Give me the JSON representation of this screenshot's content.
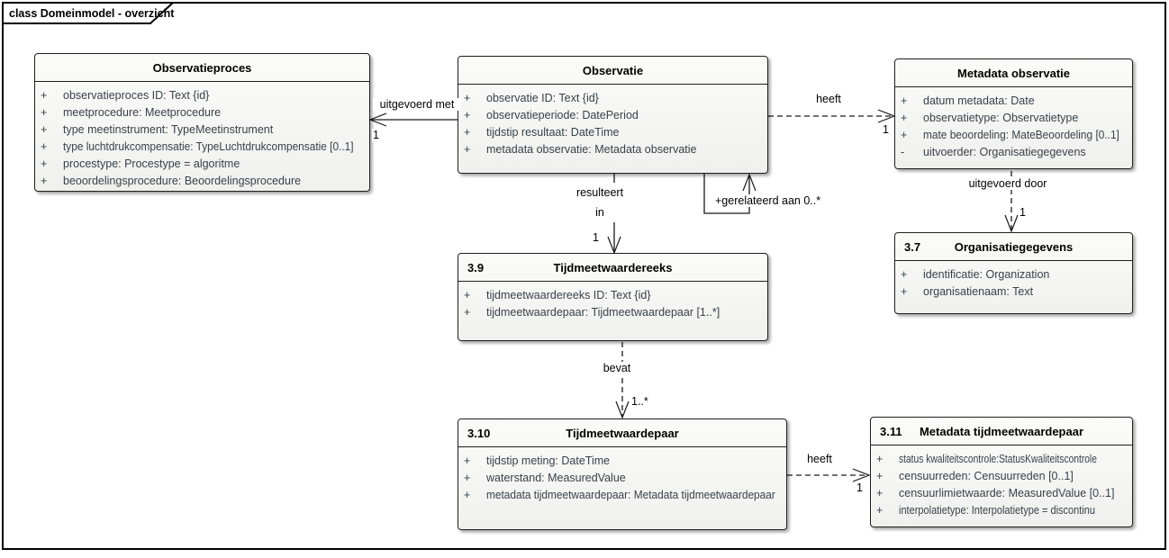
{
  "frame": {
    "title": "class Domeinmodel - overzicht"
  },
  "colors": {
    "box_fill": "#f2f2f0",
    "box_border": "#1f1f1f",
    "attribute_text": "#37424a",
    "title_text": "#000000",
    "line": "#1a1a1a",
    "background": "#ffffff"
  },
  "classes": [
    {
      "number": "",
      "title": "Observatieproces",
      "attributes": [
        {
          "vis": "+",
          "text": "observatieproces ID: Text {id}"
        },
        {
          "vis": "+",
          "text": "meetprocedure: Meetprocedure"
        },
        {
          "vis": "+",
          "text": "type meetinstrument: TypeMeetinstrument"
        },
        {
          "vis": "+",
          "text": "type luchtdrukcompensatie: TypeLuchtdrukcompensatie [0..1]"
        },
        {
          "vis": "+",
          "text": "procestype: Procestype = algoritme"
        },
        {
          "vis": "+",
          "text": "beoordelingsprocedure: Beoordelingsprocedure"
        }
      ]
    },
    {
      "number": "",
      "title": "Observatie",
      "attributes": [
        {
          "vis": "+",
          "text": "observatie ID: Text {id}"
        },
        {
          "vis": "+",
          "text": "observatieperiode: DatePeriod"
        },
        {
          "vis": "+",
          "text": "tijdstip resultaat: DateTime"
        },
        {
          "vis": "+",
          "text": "metadata observatie: Metadata observatie"
        }
      ]
    },
    {
      "number": "",
      "title": "Metadata observatie",
      "attributes": [
        {
          "vis": "+",
          "text": "datum metadata: Date"
        },
        {
          "vis": "+",
          "text": "observatietype: Observatietype"
        },
        {
          "vis": "+",
          "text": "mate beoordeling: MateBeoordeling [0..1]"
        },
        {
          "vis": "-",
          "text": "uitvoerder: Organisatiegegevens"
        }
      ]
    },
    {
      "number": "3.7",
      "title": "Organisatiegegevens",
      "attributes": [
        {
          "vis": "+",
          "text": "identificatie: Organization"
        },
        {
          "vis": "+",
          "text": "organisatienaam: Text"
        }
      ]
    },
    {
      "number": "3.9",
      "title": "Tijdmeetwaardereeks",
      "attributes": [
        {
          "vis": "+",
          "text": "tijdmeetwaardereeks ID: Text {id}"
        },
        {
          "vis": "+",
          "text": "tijdmeetwaardepaar: Tijdmeetwaardepaar [1..*]"
        }
      ]
    },
    {
      "number": "3.10",
      "title": "Tijdmeetwaardepaar",
      "attributes": [
        {
          "vis": "+",
          "text": "tijdstip meting: DateTime"
        },
        {
          "vis": "+",
          "text": "waterstand: MeasuredValue"
        },
        {
          "vis": "+",
          "text": "metadata tijdmeetwaardepaar: Metadata tijdmeetwaardepaar"
        }
      ]
    },
    {
      "number": "3.11",
      "title": "Metadata tijdmeetwaardepaar",
      "attributes": [
        {
          "vis": "+",
          "text": "status kwaliteitscontrole:StatusKwaliteitscontrole"
        },
        {
          "vis": "+",
          "text": "censuurreden: Censuurreden [0..1]"
        },
        {
          "vis": "+",
          "text": "censuurlimietwaarde: MeasuredValue [0..1]"
        },
        {
          "vis": "+",
          "text": "interpolatietype: Interpolatietype = discontinu"
        }
      ]
    }
  ],
  "connectors": [
    {
      "label": "uitgevoerd met",
      "multiplicity": "1",
      "style": "solid",
      "from": "Observatie",
      "to": "Observatieproces"
    },
    {
      "label": "heeft",
      "multiplicity": "1",
      "style": "dashed",
      "from": "Observatie",
      "to": "Metadata observatie"
    },
    {
      "label": "resulteert in",
      "label_line1": "resulteert",
      "label_line2": "in",
      "multiplicity": "1",
      "style": "solid",
      "from": "Observatie",
      "to": "Tijdmeetwaardereeks"
    },
    {
      "label": "+gerelateerd aan 0..*",
      "style": "solid",
      "from": "Observatie",
      "to": "Observatie"
    },
    {
      "label": "uitgevoerd door",
      "multiplicity": "1",
      "style": "dashed",
      "from": "Metadata observatie",
      "to": "Organisatiegegevens"
    },
    {
      "label": "bevat",
      "multiplicity": "1..*",
      "style": "dashed",
      "from": "Tijdmeetwaardereeks",
      "to": "Tijdmeetwaardepaar"
    },
    {
      "label": "heeft",
      "multiplicity": "1",
      "style": "dashed",
      "from": "Tijdmeetwaardepaar",
      "to": "Metadata tijdmeetwaardepaar"
    }
  ]
}
